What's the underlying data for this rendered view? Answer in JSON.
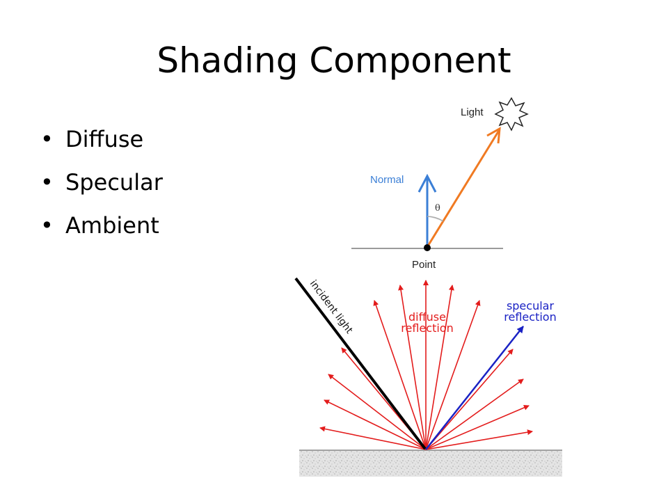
{
  "slide": {
    "title": "Shading Component",
    "bullets": [
      "Diffuse",
      "Specular",
      "Ambient"
    ]
  },
  "diagram_top": {
    "light_label": "Light",
    "normal_label": "Normal",
    "angle_label": "θ",
    "point_label": "Point",
    "colors": {
      "normal": "#3b7fd6",
      "light": "#f07a22",
      "surface": "#999999"
    }
  },
  "diagram_bottom": {
    "incident_label": "incident light",
    "diffuse_label_1": "diffuse",
    "diffuse_label_2": "reflection",
    "specular_label_1": "specular",
    "specular_label_2": "reflection",
    "colors": {
      "diffuse": "#e31c1c",
      "specular": "#1a22c4",
      "incident": "#000000"
    }
  }
}
